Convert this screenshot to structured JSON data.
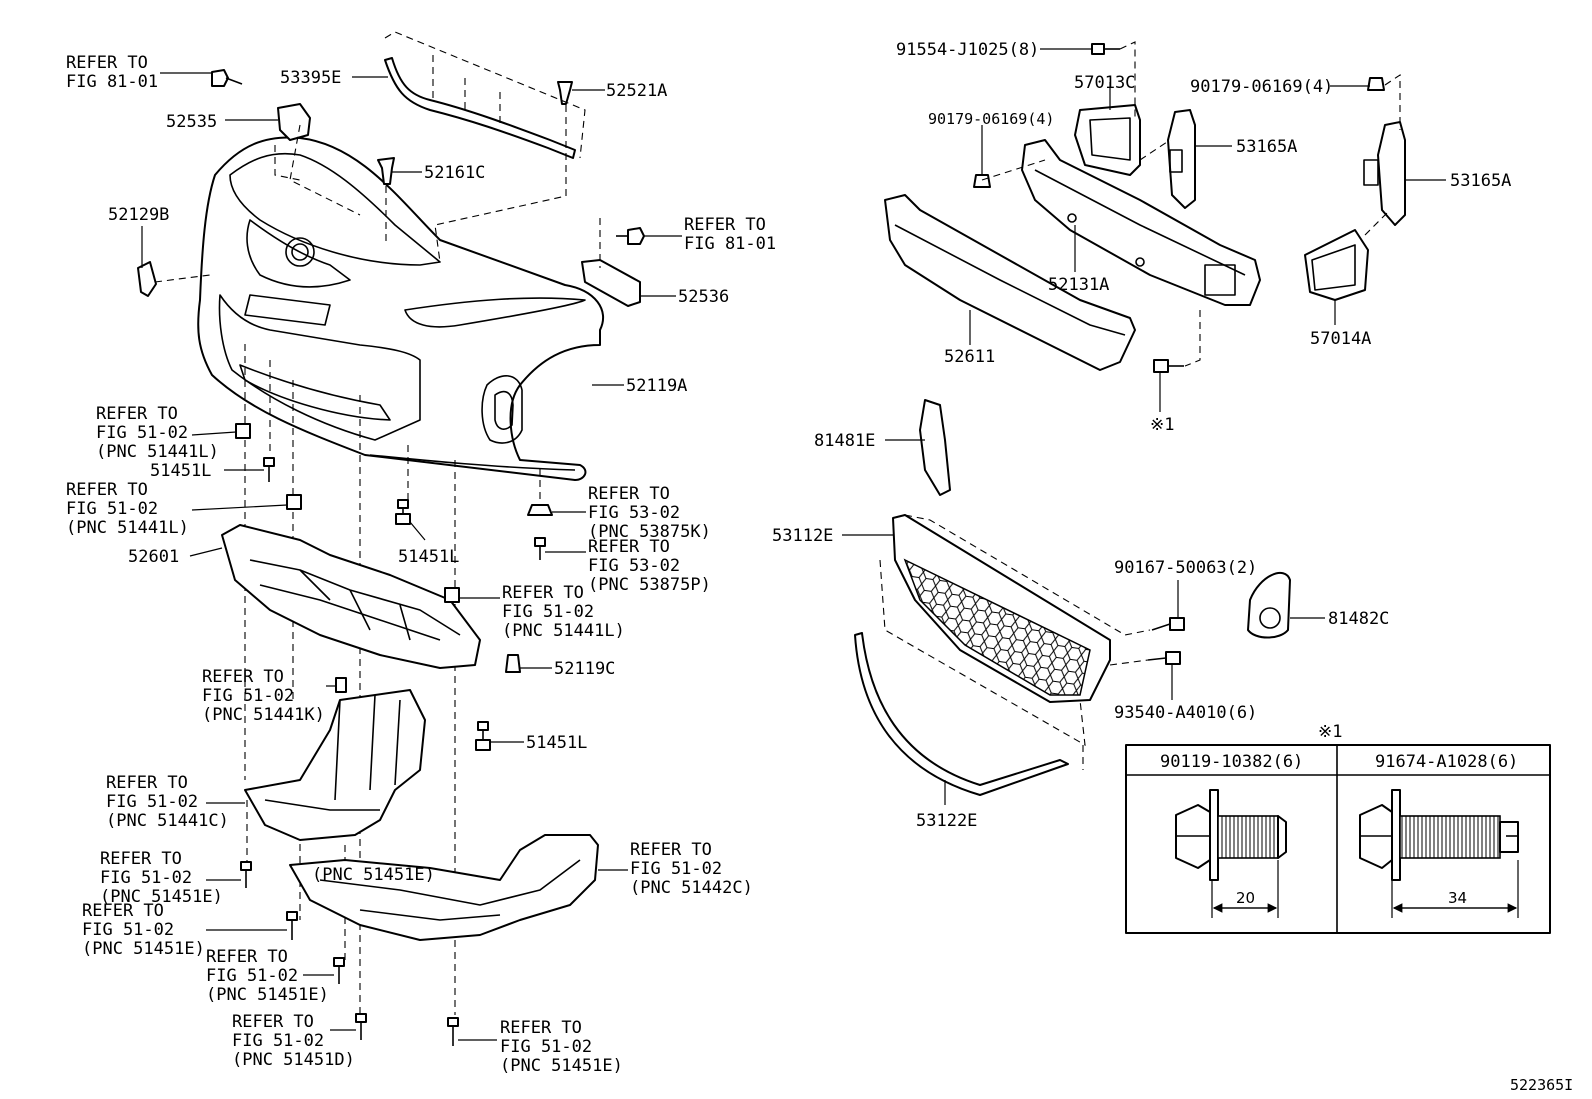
{
  "diagram_id": "522365I",
  "callouts": [
    {
      "key": "refer_fig8101_top",
      "lines": [
        "REFER TO",
        "FIG 81-01"
      ]
    },
    {
      "key": "p53395E",
      "lines": [
        "53395E"
      ]
    },
    {
      "key": "p52521A",
      "lines": [
        "52521A"
      ]
    },
    {
      "key": "p52535",
      "lines": [
        "52535"
      ]
    },
    {
      "key": "p52161C",
      "lines": [
        "52161C"
      ]
    },
    {
      "key": "p52129B",
      "lines": [
        "52129B"
      ]
    },
    {
      "key": "refer_fig8101_mid",
      "lines": [
        "REFER TO",
        "FIG 81-01"
      ]
    },
    {
      "key": "p52536",
      "lines": [
        "52536"
      ]
    },
    {
      "key": "p52119A",
      "lines": [
        "52119A"
      ]
    },
    {
      "key": "refer_5102_51441L_a",
      "lines": [
        "REFER TO",
        "FIG 51-02",
        "(PNC 51441L)"
      ]
    },
    {
      "key": "p51451L_a",
      "lines": [
        "51451L"
      ]
    },
    {
      "key": "refer_5102_51441L_b",
      "lines": [
        "REFER TO",
        "FIG 51-02",
        "(PNC 51441L)"
      ]
    },
    {
      "key": "p52601",
      "lines": [
        "52601"
      ]
    },
    {
      "key": "p51451L_b",
      "lines": [
        "51451L"
      ]
    },
    {
      "key": "refer_5302_53875K",
      "lines": [
        "REFER TO",
        "FIG 53-02",
        "(PNC 53875K)"
      ]
    },
    {
      "key": "refer_5302_53875P",
      "lines": [
        "REFER TO",
        "FIG 53-02",
        "(PNC 53875P)"
      ]
    },
    {
      "key": "refer_5102_51441L_c",
      "lines": [
        "REFER TO",
        "FIG 51-02",
        "(PNC 51441L)"
      ]
    },
    {
      "key": "p52119C",
      "lines": [
        "52119C"
      ]
    },
    {
      "key": "refer_5102_51441K",
      "lines": [
        "REFER TO",
        "FIG 51-02",
        "(PNC 51441K)"
      ]
    },
    {
      "key": "p51451L_c",
      "lines": [
        "51451L"
      ]
    },
    {
      "key": "refer_5102_51441C",
      "lines": [
        "REFER TO",
        "FIG 51-02",
        "(PNC 51441C)"
      ]
    },
    {
      "key": "refer_5102_51442C",
      "lines": [
        "REFER TO",
        "FIG 51-02",
        "(PNC 51442C)"
      ]
    },
    {
      "key": "pnc51451E_inline",
      "lines": [
        "(PNC 51451E)"
      ]
    },
    {
      "key": "refer_5102_51451E_a",
      "lines": [
        "REFER TO",
        "FIG 51-02",
        "(PNC 51451E)"
      ]
    },
    {
      "key": "refer_5102_51451E_b",
      "lines": [
        "REFER TO",
        "FIG 51-02",
        "(PNC 51451E)"
      ]
    },
    {
      "key": "refer_5102_51451E_c",
      "lines": [
        "REFER TO",
        "FIG 51-02",
        "(PNC 51451E)"
      ]
    },
    {
      "key": "refer_5102_51451D",
      "lines": [
        "REFER TO",
        "FIG 51-02",
        "(PNC 51451D)"
      ]
    },
    {
      "key": "refer_5102_51451E_d",
      "lines": [
        "REFER TO",
        "FIG 51-02",
        "(PNC 51451E)"
      ]
    },
    {
      "key": "p91554J1025",
      "lines": [
        "91554-J1025(8)"
      ]
    },
    {
      "key": "p57013C",
      "lines": [
        "57013C"
      ]
    },
    {
      "key": "p90179_right",
      "lines": [
        "90179-06169(4)"
      ]
    },
    {
      "key": "p90179_left",
      "lines": [
        "90179-06169(4)"
      ]
    },
    {
      "key": "p53165A_a",
      "lines": [
        "53165A"
      ]
    },
    {
      "key": "p53165A_b",
      "lines": [
        "53165A"
      ]
    },
    {
      "key": "p52131A",
      "lines": [
        "52131A"
      ]
    },
    {
      "key": "p57014A",
      "lines": [
        "57014A"
      ]
    },
    {
      "key": "p52611",
      "lines": [
        "52611"
      ]
    },
    {
      "key": "mark1_bolt",
      "lines": [
        "※1"
      ]
    },
    {
      "key": "p81481E",
      "lines": [
        "81481E"
      ]
    },
    {
      "key": "p53112E",
      "lines": [
        "53112E"
      ]
    },
    {
      "key": "p90167",
      "lines": [
        "90167-50063(2)"
      ]
    },
    {
      "key": "p81482C",
      "lines": [
        "81482C"
      ]
    },
    {
      "key": "p93540",
      "lines": [
        "93540-A4010(6)"
      ]
    },
    {
      "key": "p53122E",
      "lines": [
        "53122E"
      ]
    }
  ],
  "inset_table": {
    "mark": "※1",
    "headers": [
      "90119-10382(6)",
      "91674-A1028(6)"
    ],
    "dimensions": [
      "20",
      "34"
    ]
  }
}
